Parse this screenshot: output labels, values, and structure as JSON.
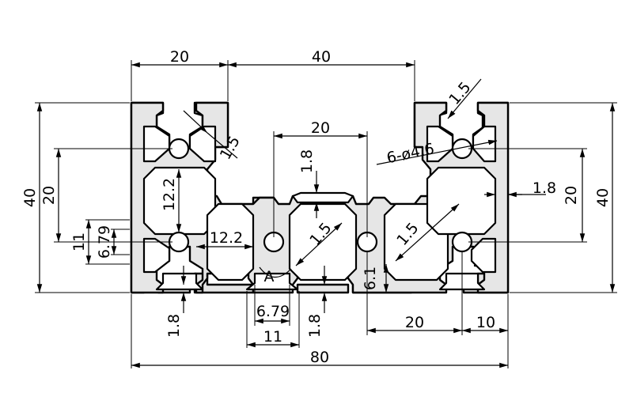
{
  "drawing": {
    "top_widths": [
      "20",
      "40"
    ],
    "center_width": "20",
    "left_heights": [
      "40",
      "20"
    ],
    "right_heights": [
      "20",
      "40"
    ],
    "slot_depth": "1.8",
    "wall": "1.5",
    "hole_spec": "6-ø4.6",
    "core_size": "12.2",
    "slot_opening": "6.79",
    "slot_width": "11",
    "section_mark": "A",
    "bottom_dims": [
      "20",
      "10"
    ],
    "mid_depth": "6.1",
    "total_width": "80"
  }
}
